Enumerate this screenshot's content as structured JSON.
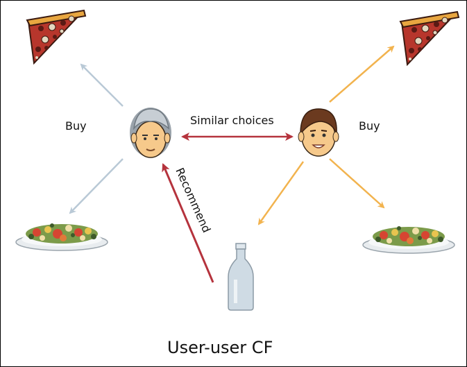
{
  "labels": {
    "buy_left": "Buy",
    "buy_right": "Buy",
    "similar": "Similar choices",
    "recommend": "Recommend",
    "caption": "User-user CF"
  },
  "colors": {
    "left_buy_arrow": "#b9c9d6",
    "right_buy_arrow": "#f2b34e",
    "similar_arrow": "#b5333d",
    "recommend_arrow": "#b5333d",
    "pizza_crust": "#e8a640",
    "pizza_sauce": "#b7362c",
    "older_user_hair": "#9aa3ab",
    "younger_user_hair": "#6b3a1f",
    "face_skin": "#f6c98b",
    "bottle": "#cfdbe4"
  },
  "icons": {
    "pizza_left": "pizza-slice-icon",
    "pizza_right": "pizza-slice-icon",
    "salad_left": "salad-plate-icon",
    "salad_right": "salad-plate-icon",
    "older_user": "older-user-avatar-icon",
    "younger_user": "younger-user-avatar-icon",
    "bottle": "bottle-icon"
  }
}
